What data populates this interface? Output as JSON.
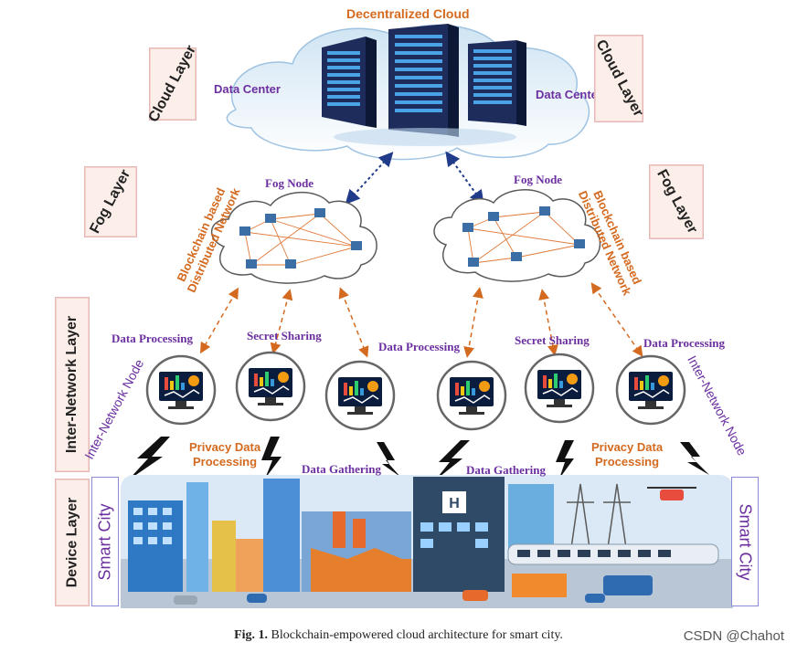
{
  "cloud": {
    "title": "Decentralized Cloud",
    "data_center_left": "Data Center",
    "data_center_right": "Data Center"
  },
  "layers": {
    "cloud_left": "Cloud Layer",
    "cloud_right": "Cloud Layer",
    "fog_left": "Fog Layer",
    "fog_right": "Fog Layer",
    "inter_network": "Inter-Network  Layer",
    "device": "Device Layer"
  },
  "fog": {
    "node_left": "Fog Node",
    "node_right": "Fog Node",
    "blockchain_left": "Blockchain based\nDistributed Network",
    "blockchain_right": "Blockchain based\nDistributed Network"
  },
  "inter": {
    "labels": [
      "Data Processing",
      "Secret Sharing",
      "Data Processing",
      "Secret Sharing",
      "Data Processing"
    ],
    "node_left": "Inter-Network Node",
    "node_right": "Inter-Network Node",
    "privacy_left": "Privacy Data\nProcessing",
    "privacy_right": "Privacy Data\nProcessing",
    "gathering_left": "Data Gathering",
    "gathering_right": "Data Gathering"
  },
  "device": {
    "smart_city_left": "Smart City",
    "smart_city_right": "Smart City"
  },
  "caption": {
    "label": "Fig. 1.",
    "text": "Blockchain-empowered cloud architecture for smart city."
  },
  "watermark": "CSDN @Chahot",
  "colors": {
    "orange": "#d46a1f",
    "purple": "#6b2fa0",
    "pink_box": "#fcefe9",
    "city_bg": "#dbe9f6"
  }
}
